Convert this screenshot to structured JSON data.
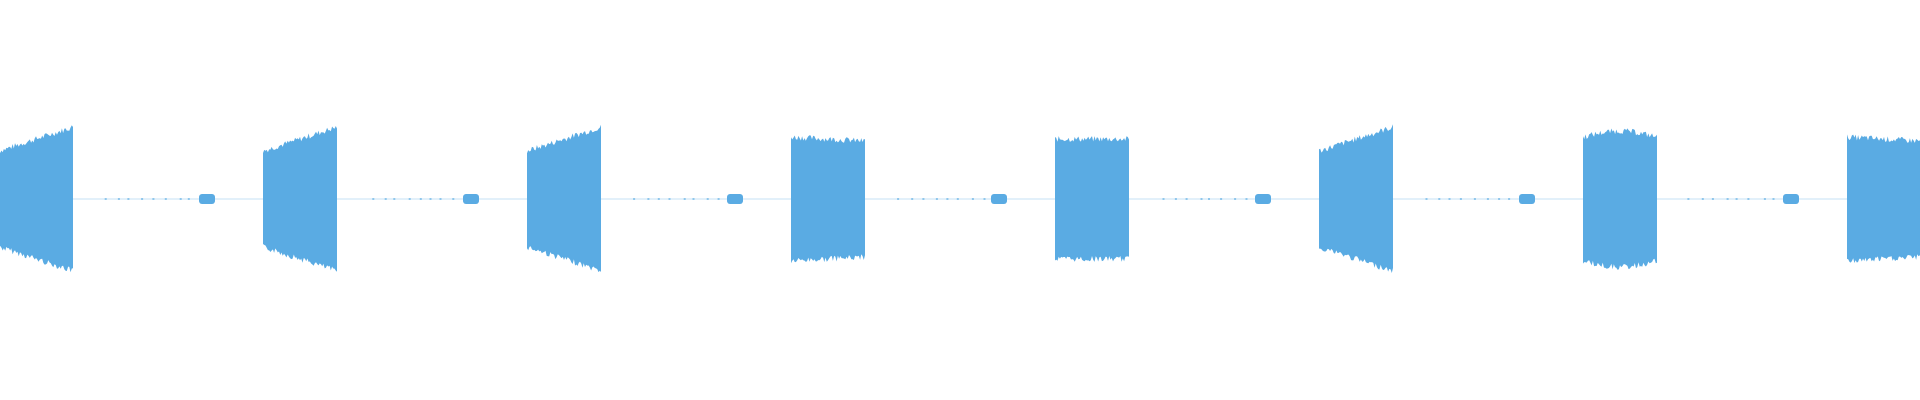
{
  "waveform": {
    "color": "#5aabe3",
    "background": "#ffffff",
    "pattern": [
      {
        "kind": "burst",
        "shape": "ramp-up"
      },
      {
        "kind": "burst",
        "shape": "ramp-up"
      },
      {
        "kind": "burst",
        "shape": "ramp-up"
      },
      {
        "kind": "burst",
        "shape": "slight-decay"
      },
      {
        "kind": "burst",
        "shape": "flat"
      },
      {
        "kind": "burst",
        "shape": "ramp-up"
      },
      {
        "kind": "burst",
        "shape": "bulge"
      },
      {
        "kind": "burst",
        "shape": "slight-decay"
      }
    ]
  }
}
